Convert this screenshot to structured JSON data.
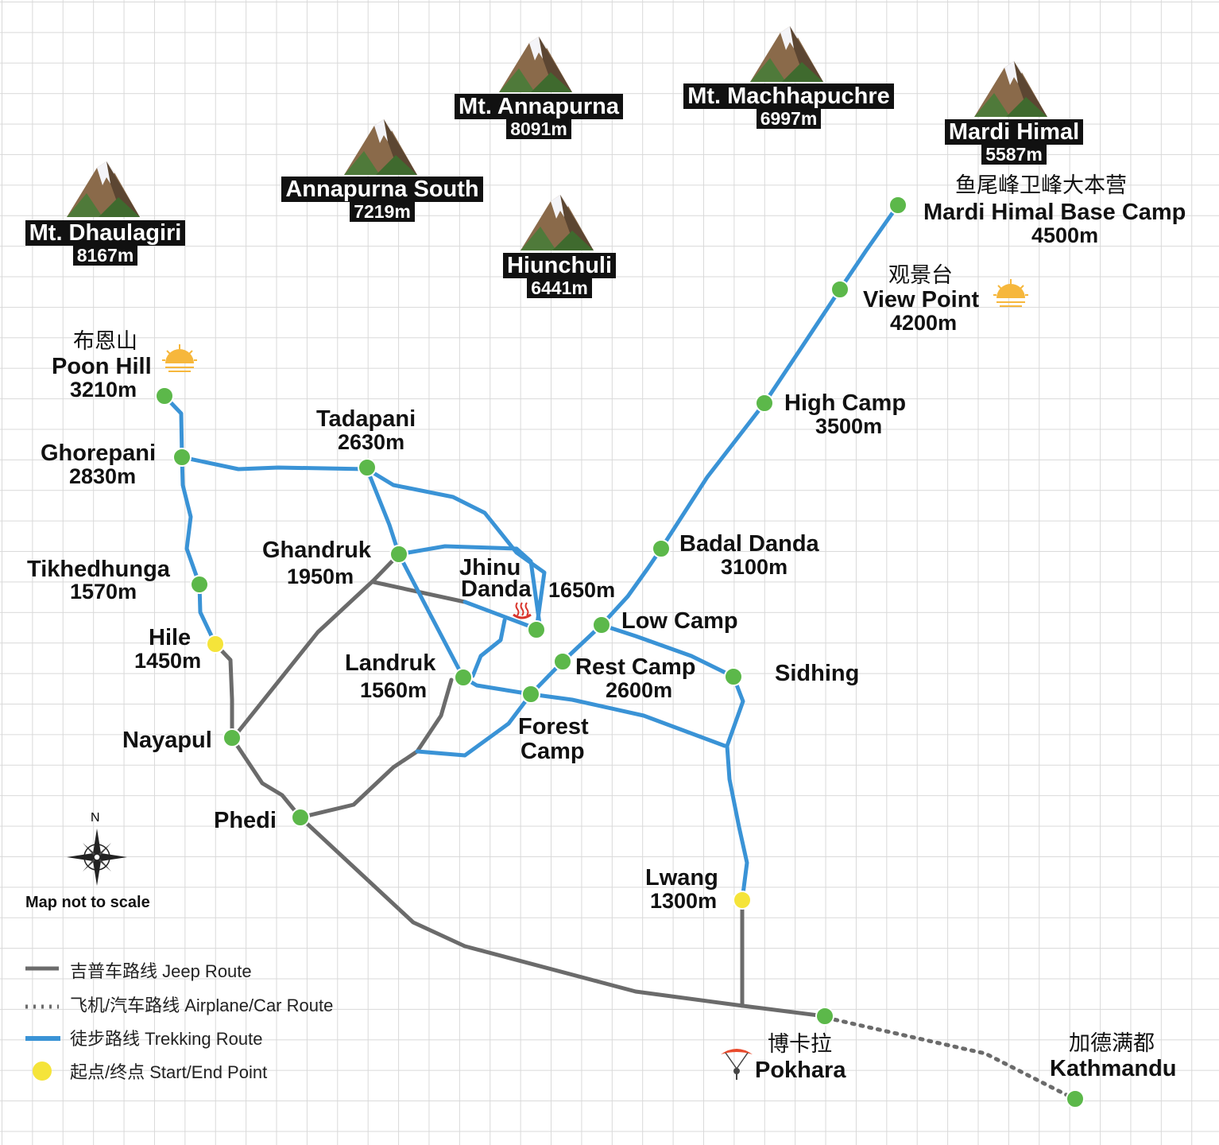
{
  "peaks": [
    {
      "id": "dhaulagiri",
      "name": "Mt. Dhaulagiri",
      "elev": "8167m"
    },
    {
      "id": "annapurna_south",
      "name": "Annapurna South",
      "elev": "7219m"
    },
    {
      "id": "annapurna",
      "name": "Mt. Annapurna",
      "elev": "8091m"
    },
    {
      "id": "hiunchuli",
      "name": "Hiunchuli",
      "elev": "6441m"
    },
    {
      "id": "machhapuchre",
      "name": "Mt. Machhapuchre",
      "elev": "6997m"
    },
    {
      "id": "mardi_himal",
      "name": "Mardi Himal",
      "elev": "5587m"
    }
  ],
  "places": {
    "poon_hill": {
      "cn": "布恩山",
      "name": "Poon Hill",
      "elev": "3210m"
    },
    "ghorepani": {
      "name": "Ghorepani",
      "elev": "2830m"
    },
    "tadapani": {
      "name": "Tadapani",
      "elev": "2630m"
    },
    "ghandruk": {
      "name": "Ghandruk",
      "elev": "1950m"
    },
    "jhinu_danda": {
      "name_line1": "Jhinu",
      "name_line2": "Danda",
      "elev": "1650m"
    },
    "tikhedhunga": {
      "name": "Tikhedhunga",
      "elev": "1570m"
    },
    "hile": {
      "name": "Hile",
      "elev": "1450m"
    },
    "landruk": {
      "name": "Landruk",
      "elev": "1560m"
    },
    "nayapul": {
      "name": "Nayapul"
    },
    "phedi": {
      "name": "Phedi"
    },
    "forest_camp": {
      "name_line1": "Forest",
      "name_line2": "Camp"
    },
    "rest_camp": {
      "name": "Rest Camp",
      "elev": "2600m"
    },
    "low_camp": {
      "name": "Low Camp"
    },
    "sidhing": {
      "name": "Sidhing"
    },
    "badal_danda": {
      "name": "Badal Danda",
      "elev": "3100m"
    },
    "high_camp": {
      "name": "High Camp",
      "elev": "3500m"
    },
    "view_point": {
      "cn": "观景台",
      "name": "View Point",
      "elev": "4200m"
    },
    "mardi_base": {
      "cn": "鱼尾峰卫峰大本营",
      "name": "Mardi Himal Base Camp",
      "elev": "4500m"
    },
    "lwang": {
      "name": "Lwang",
      "elev": "1300m"
    },
    "pokhara": {
      "cn": "博卡拉",
      "name": "Pokhara"
    },
    "kathmandu": {
      "cn": "加德满都",
      "name": "Kathmandu"
    }
  },
  "compass": {
    "north": "N",
    "note": "Map not to scale"
  },
  "legend": [
    {
      "key": "jeep",
      "label": "吉普车路线 Jeep Route",
      "color": "#6b6b6b",
      "style": "solid"
    },
    {
      "key": "air",
      "label": "飞机/汽车路线 Airplane/Car Route",
      "color": "#6b6b6b",
      "style": "dotted"
    },
    {
      "key": "trek",
      "label": "徒步路线 Trekking Route",
      "color": "#3a93d6",
      "style": "solid"
    },
    {
      "key": "start",
      "label": "起点/终点 Start/End Point",
      "color": "#f5e43a",
      "style": "dot"
    }
  ],
  "colors": {
    "trek": "#3a93d6",
    "jeep": "#6b6b6b",
    "node": "#5cb84a",
    "start": "#f5e43a",
    "peak_label_bg": "#111111"
  }
}
